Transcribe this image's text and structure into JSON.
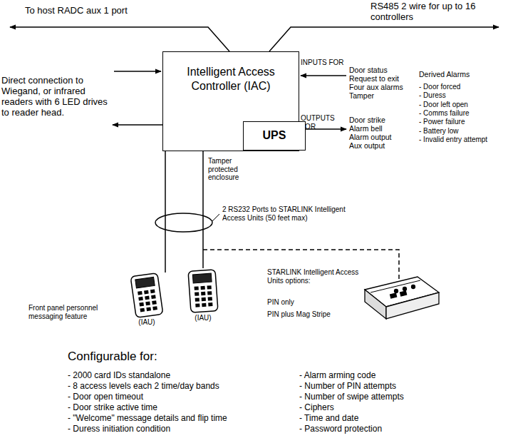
{
  "diagram": {
    "nodes": [
      {
        "text": [
          "Intelligent Access Controller (IAC)"
        ]
      },
      {
        "text": [
          "UPS"
        ],
        "in": 0
      },
      {
        "text": [
          "(IAU)"
        ]
      },
      {
        "text": [
          "(IAU)"
        ]
      }
    ],
    "edges": [
      {
        "from": 0,
        "to": 2,
        "arrow": "none"
      },
      {
        "from": 0,
        "to": 3,
        "arrow": "none"
      }
    ],
    "labels": [
      "To host RADC aux 1 port",
      "RS485 2 wire for up to 16 controllers",
      "Direct connection to Wiegand, or infrared readers with 6 LED drives to reader head.",
      "INPUTS FOR",
      "Door status",
      "Request to exit",
      "Four aux alarms",
      "Tamper",
      "Derived Alarms",
      "- Door forced",
      "- Duress",
      "- Door left open",
      "- Comms failure",
      "- Power failure",
      "- Battery low",
      "- Invalid entry attempt",
      "OUTPUTS FOR",
      "Door strike",
      "Alarm bell",
      "Alarm output",
      "Aux output",
      "Tamper protected enclosure",
      "2 RS232 Ports to STARLINK Intelligent Access Units (50 feet max)",
      "Front panel personnel messaging feature",
      "STARLINK Intelligent Access Units options:",
      "PIN only",
      "PIN plus Mag Stripe",
      "Configurable for:",
      "- 2000 card IDs standalone",
      "- 8 access levels each 2 time/day bands",
      "- Door open timeout",
      "- Door strike active time",
      "- \"Welcome\" message details and flip time",
      "- Duress initiation condition",
      "- Alarm arming code",
      "- Number of PIN attempts",
      "- Number of swipe attempts",
      "- Ciphers",
      "- Time and date",
      "- Password protection"
    ]
  }
}
